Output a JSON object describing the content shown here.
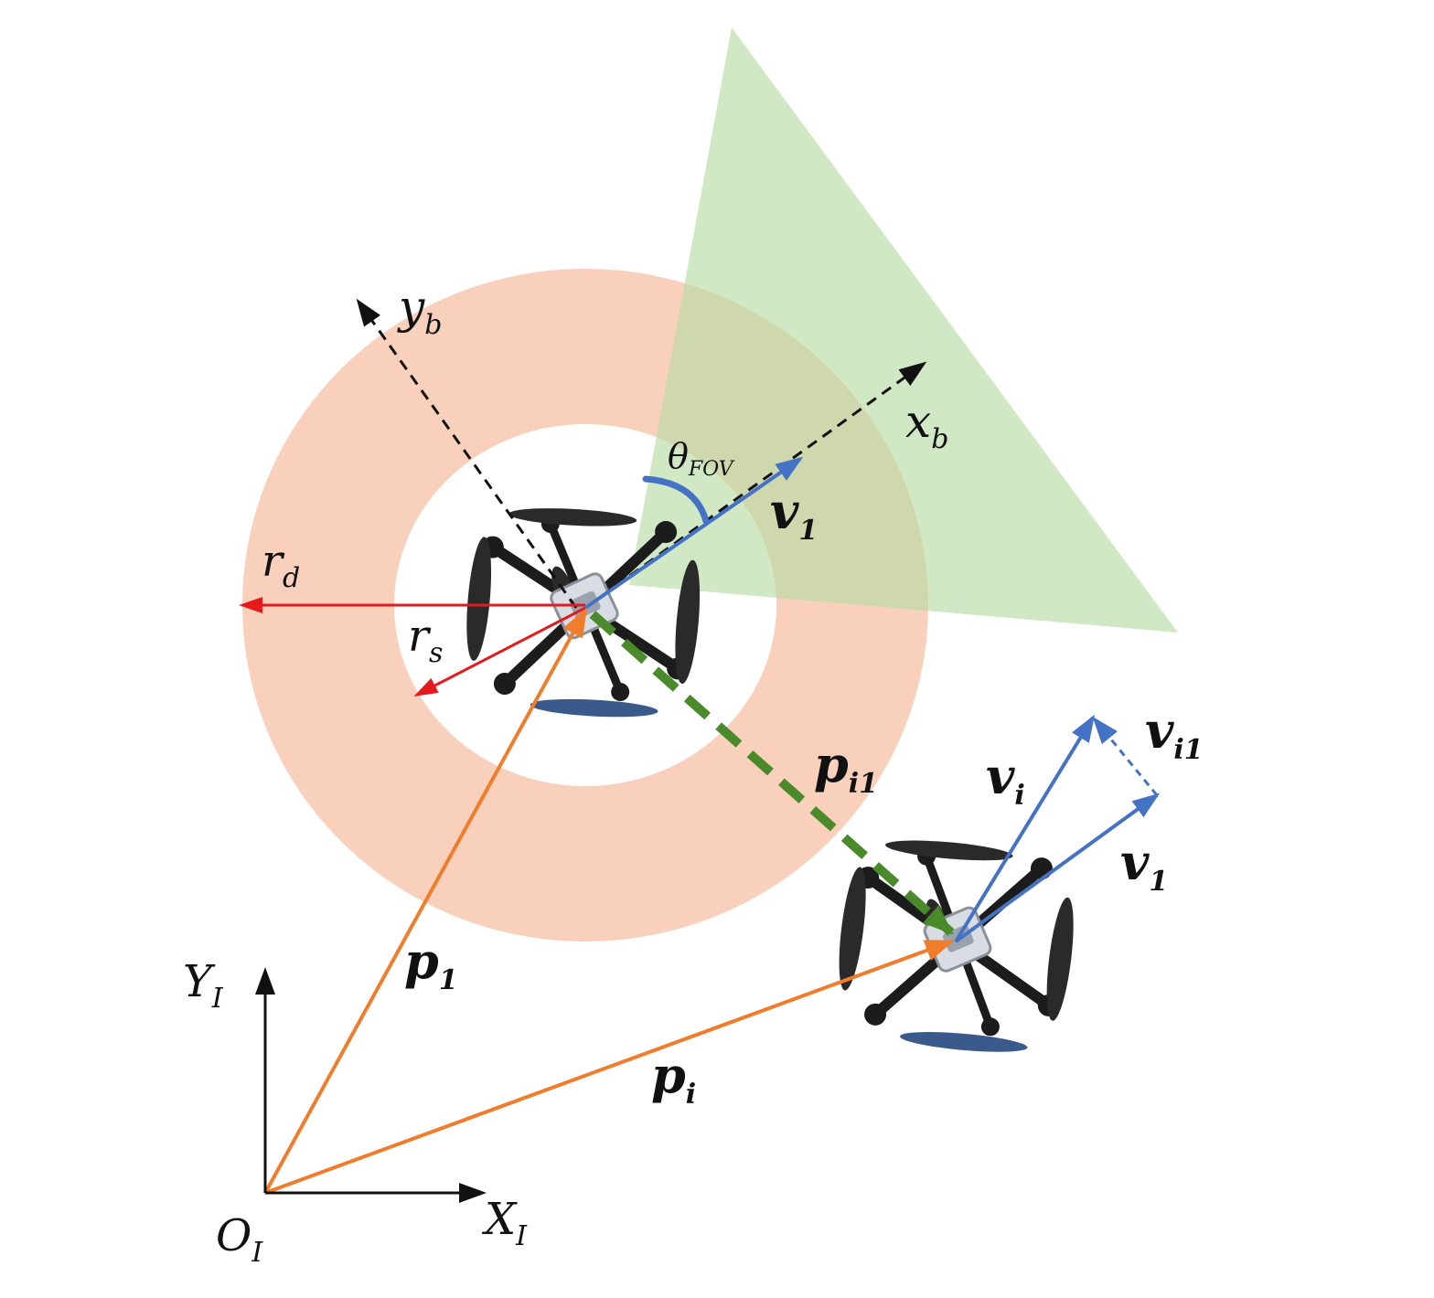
{
  "colors": {
    "ring": "#f7c8b0",
    "fov": "#b9dba4",
    "orange": "#ef7d2c",
    "blue": "#4472c4",
    "red": "#e41a1c",
    "green": "#4a8a2a",
    "black": "#111111",
    "drone_body": "#1c1c1c",
    "drone_prop": "#2a2a2a",
    "drone_hub": "#d8dde3"
  },
  "icons": {
    "drone_main": "quadrotor-drone-icon",
    "drone_other": "quadrotor-drone-icon"
  },
  "labels": {
    "y_b": {
      "main": "y",
      "sub": "b"
    },
    "x_b": {
      "main": "x",
      "sub": "b"
    },
    "theta_fov": {
      "main": "θ",
      "sub": "FOV"
    },
    "v1_main": {
      "main": "v",
      "sub": "1"
    },
    "r_d": {
      "main": "r",
      "sub": "d"
    },
    "r_s": {
      "main": "r",
      "sub": "s"
    },
    "p_i1": {
      "main": "p",
      "sub": "i1"
    },
    "v_i": {
      "main": "v",
      "sub": "i"
    },
    "v_i1": {
      "main": "v",
      "sub": "i1"
    },
    "v1_other": {
      "main": "v",
      "sub": "1"
    },
    "p_1": {
      "main": "p",
      "sub": "1"
    },
    "p_i": {
      "main": "p",
      "sub": "i"
    },
    "Y_I": {
      "main": "Y",
      "sub": "I"
    },
    "X_I": {
      "main": "X",
      "sub": "I"
    },
    "O_I": {
      "main": "O",
      "sub": "I"
    }
  }
}
